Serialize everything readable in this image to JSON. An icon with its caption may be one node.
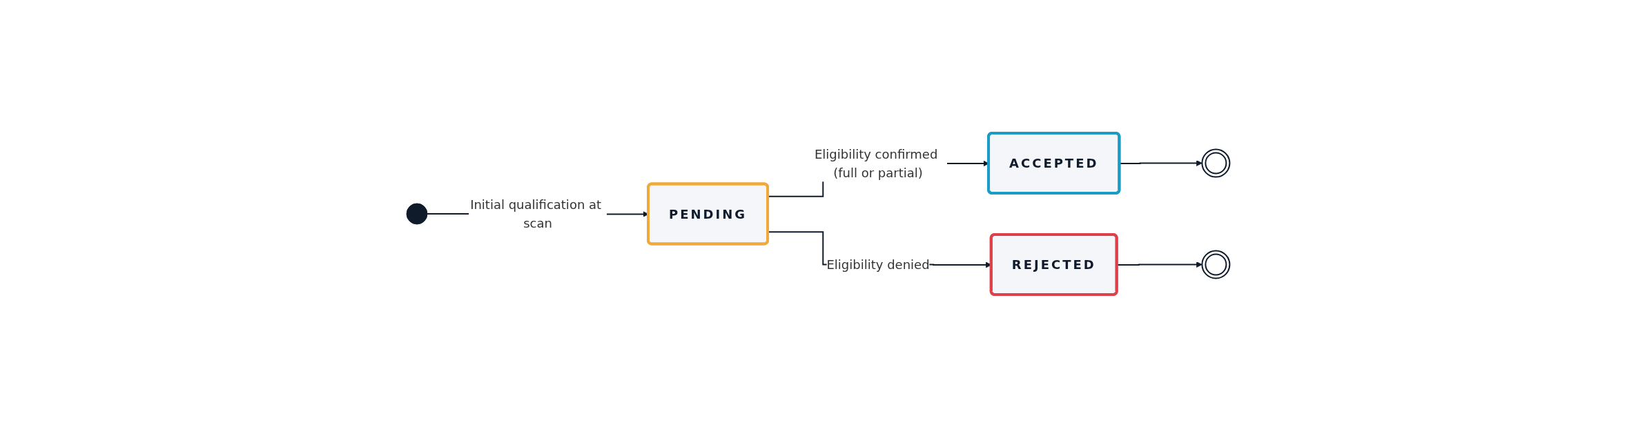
{
  "diagram": {
    "nodes": [
      {
        "text": [],
        "shape": "circle"
      },
      {
        "text": [
          "PENDING"
        ]
      },
      {
        "text": [
          "ACCEPTED"
        ]
      },
      {
        "text": [
          "REJECTED"
        ]
      },
      {
        "text": [],
        "shape": "double-circle"
      },
      {
        "text": [],
        "shape": "double-circle"
      }
    ],
    "edges": [
      {
        "from": 0,
        "to": 1,
        "arrow": "to",
        "label": "Initial qualification at scan"
      },
      {
        "from": 1,
        "to": 2,
        "arrow": "to",
        "label": "Eligibility confirmed (full or partial)"
      },
      {
        "from": 1,
        "to": 3,
        "arrow": "to",
        "label": "Eligibility denied"
      },
      {
        "from": 2,
        "to": 4,
        "arrow": "to"
      },
      {
        "from": 3,
        "to": 5,
        "arrow": "to"
      }
    ]
  }
}
